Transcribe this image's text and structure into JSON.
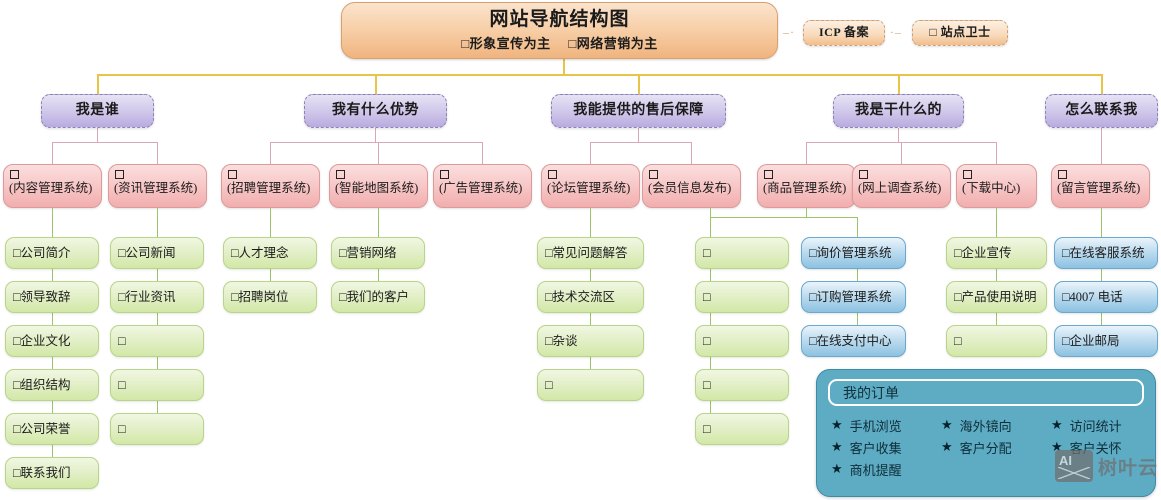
{
  "root": {
    "title": "网站导航结构图",
    "sub_left": "□形象宣传为主",
    "sub_right": "□网络营销为主"
  },
  "badges": [
    {
      "label": "ICP 备案"
    },
    {
      "label": "□ 站点卫士"
    }
  ],
  "branches": [
    {
      "title": "我是谁",
      "systems": [
        {
          "label": "(内容管理系统)",
          "leaves": [
            "□公司简介",
            "□领导致辞",
            "□企业文化",
            "□组织结构",
            "□公司荣誉",
            "□联系我们"
          ]
        },
        {
          "label": "(资讯管理系统)",
          "leaves": [
            "□公司新闻",
            "□行业资讯",
            "□",
            "□",
            "□"
          ]
        }
      ]
    },
    {
      "title": "我有什么优势",
      "systems": [
        {
          "label": "(招聘管理系统)",
          "leaves": [
            "□人才理念",
            "□招聘岗位"
          ]
        },
        {
          "label": "(智能地图系统)",
          "leaves": [
            "□营销网络",
            "□我们的客户"
          ]
        },
        {
          "label": "(广告管理系统)",
          "leaves": []
        }
      ]
    },
    {
      "title": "我能提供的售后保障",
      "systems": [
        {
          "label": "(论坛管理系统)",
          "leaves": [
            "□常见问题解答",
            "□技术交流区",
            "□杂谈",
            "□"
          ]
        },
        {
          "label": "(会员信息发布)",
          "leaves": []
        }
      ]
    },
    {
      "title": "我是干什么的",
      "systems": [
        {
          "label": "(商品管理系统)",
          "leaves": [
            "□",
            "□",
            "□",
            "□",
            "□"
          ],
          "blue_leaves": [
            "□询价管理系统",
            "□订购管理系统",
            "□在线支付中心"
          ]
        },
        {
          "label": "(网上调查系统)",
          "leaves": [
            "□企业宣传",
            "□产品使用说明",
            "□"
          ]
        },
        {
          "label": "(下载中心)",
          "leaves": []
        }
      ]
    },
    {
      "title": "怎么联系我",
      "systems": [
        {
          "label": "(留言管理系统)",
          "blue_leaves": [
            "□在线客服系统",
            "□4007 电话",
            "□企业邮局"
          ]
        }
      ]
    }
  ],
  "order_panel": {
    "header": "我的订单",
    "items": [
      "手机浏览",
      "海外镜向",
      "访问统计",
      "客户收集",
      "客户分配",
      "客户关怀",
      "商机提醒"
    ],
    "star": "★"
  },
  "watermark": {
    "mark": "AI",
    "text": "树叶云"
  },
  "colors": {
    "root": "#f0b47f",
    "level2": "#b8abdf",
    "level3": "#f2aeae",
    "leaf_green": "#d2e8a6",
    "leaf_blue": "#8cc2e2",
    "panel": "#5eabc4",
    "connector_gold": "#e8c547",
    "connector_pink": "#d9a8b4",
    "connector_green": "#9cc46a"
  }
}
